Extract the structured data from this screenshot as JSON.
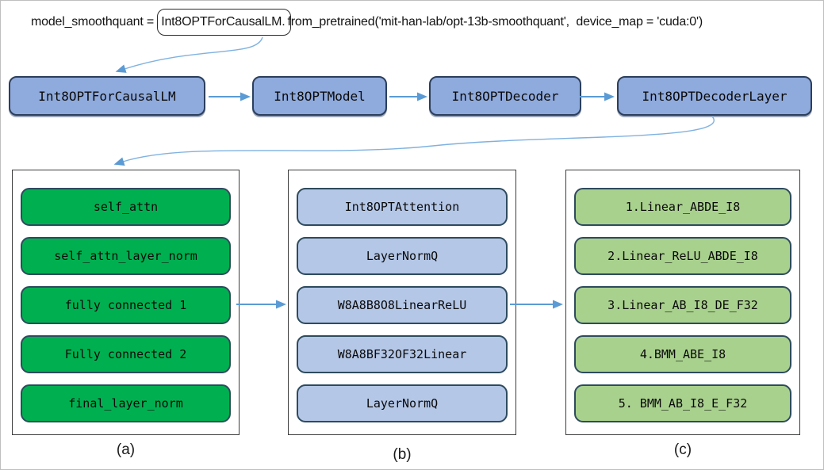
{
  "code_line": {
    "prefix": "model_smoothquant = ",
    "boxed": "Int8OPTForCausalLM.",
    "suffix": "from_pretrained('mit-han-lab/opt-13b-smoothquant',  device_map = 'cuda:0')"
  },
  "pipeline": [
    {
      "label": "Int8OPTForCausalLM"
    },
    {
      "label": "Int8OPTModel"
    },
    {
      "label": "Int8OPTDecoder"
    },
    {
      "label": "Int8OPTDecoderLayer"
    }
  ],
  "panels": [
    {
      "caption": "(a)",
      "items": [
        "self_attn",
        "self_attn_layer_norm",
        "fully connected 1",
        "Fully connected 2",
        "final_layer_norm"
      ]
    },
    {
      "caption": "(b)",
      "items": [
        "Int8OPTAttention",
        "LayerNormQ",
        "W8A8B8O8LinearReLU",
        "W8A8BF32OF32Linear",
        "LayerNormQ"
      ]
    },
    {
      "caption": "(c)",
      "items": [
        "1.Linear_ABDE_I8",
        "2.Linear_ReLU_ABDE_I8",
        "3.Linear_AB_I8_DE_F32",
        "4.BMM_ABE_I8",
        "5. BMM_AB_I8_E_F32"
      ]
    }
  ],
  "colors": {
    "pipeline_fill": "#8FAADC",
    "pipeline_border": "#2B3F5C",
    "panel_a_fill": "#00B050",
    "panel_b_fill": "#B4C7E7",
    "panel_c_fill": "#A9D18E",
    "node_border": "#2E4B5E",
    "arrow": "#5B9BD5"
  }
}
